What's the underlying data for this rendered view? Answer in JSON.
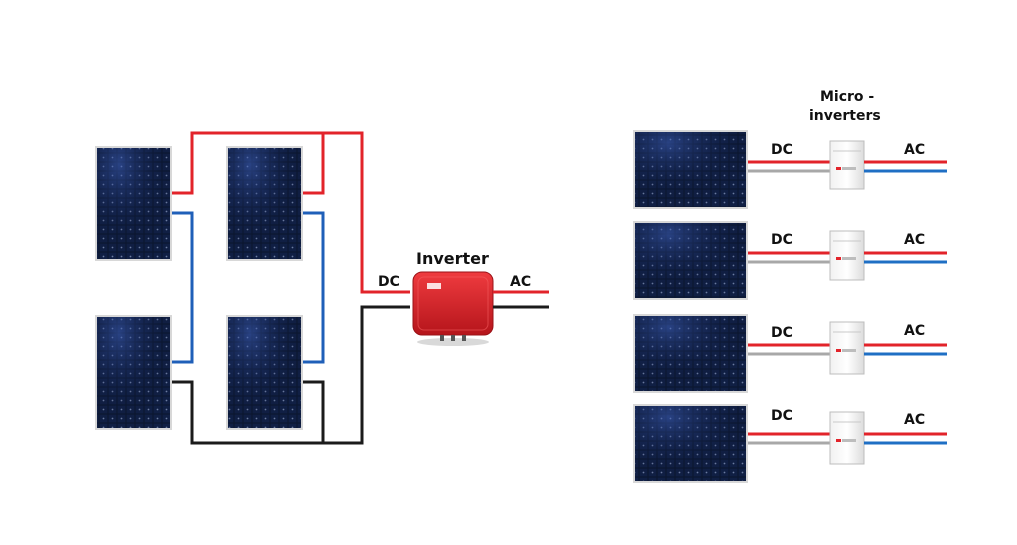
{
  "central_system": {
    "inverter_label": "Inverter",
    "dc_label": "DC",
    "ac_label": "AC",
    "panel_count": 4
  },
  "micro_system": {
    "title_line1": "Micro -",
    "title_line2": "inverters",
    "rows": [
      {
        "dc_label": "DC",
        "ac_label": "AC"
      },
      {
        "dc_label": "DC",
        "ac_label": "AC"
      },
      {
        "dc_label": "DC",
        "ac_label": "AC"
      },
      {
        "dc_label": "DC",
        "ac_label": "AC"
      }
    ]
  },
  "colors": {
    "positive_wire": "#e2232a",
    "negative_wire": "#1b1b1b",
    "ac_neutral_wire": "#1f6fc4",
    "dc_negative_wire": "#a8a8a8",
    "inverter_body": "#d9272e",
    "panel_cell": "#0e1a33"
  }
}
